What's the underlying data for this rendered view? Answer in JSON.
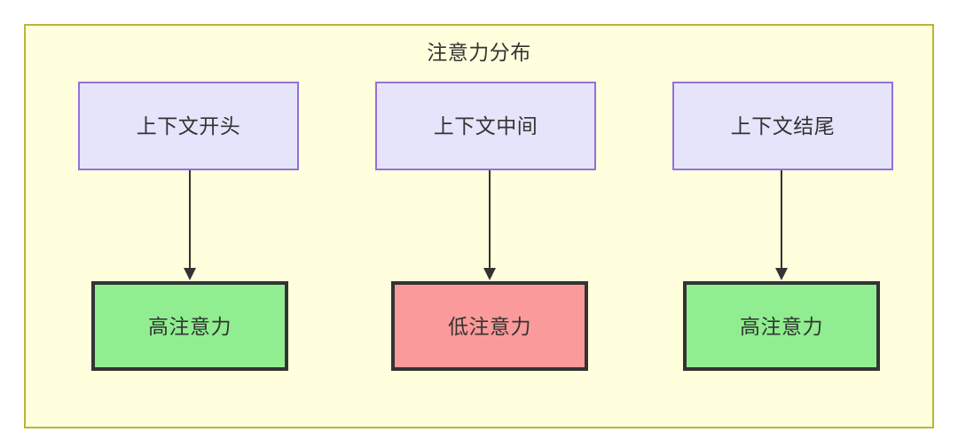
{
  "diagram": {
    "title": "注意力分布",
    "container_fill": "#ffffde",
    "container_border": "#bdb536",
    "background": "#ffffff"
  },
  "palette": {
    "context_fill": "#e6e4fb",
    "context_border": "#9370db",
    "high_attention_fill": "#90ee90",
    "low_attention_fill": "#fb9a9a",
    "node_border_dark": "#333333",
    "edge_color": "#333333",
    "text_color": "#333333"
  },
  "columns": [
    {
      "id": "start",
      "context_label": "上下文开头",
      "attention_label": "高注意力",
      "attention_level": "high"
    },
    {
      "id": "middle",
      "context_label": "上下文中间",
      "attention_label": "低注意力",
      "attention_level": "low"
    },
    {
      "id": "end",
      "context_label": "上下文结尾",
      "attention_label": "高注意力",
      "attention_level": "high"
    }
  ],
  "edges": [
    {
      "from": "上下文开头",
      "to": "高注意力",
      "style": "solid-arrow"
    },
    {
      "from": "上下文中间",
      "to": "低注意力",
      "style": "solid-arrow"
    },
    {
      "from": "上下文结尾",
      "to": "高注意力",
      "style": "solid-arrow"
    }
  ]
}
